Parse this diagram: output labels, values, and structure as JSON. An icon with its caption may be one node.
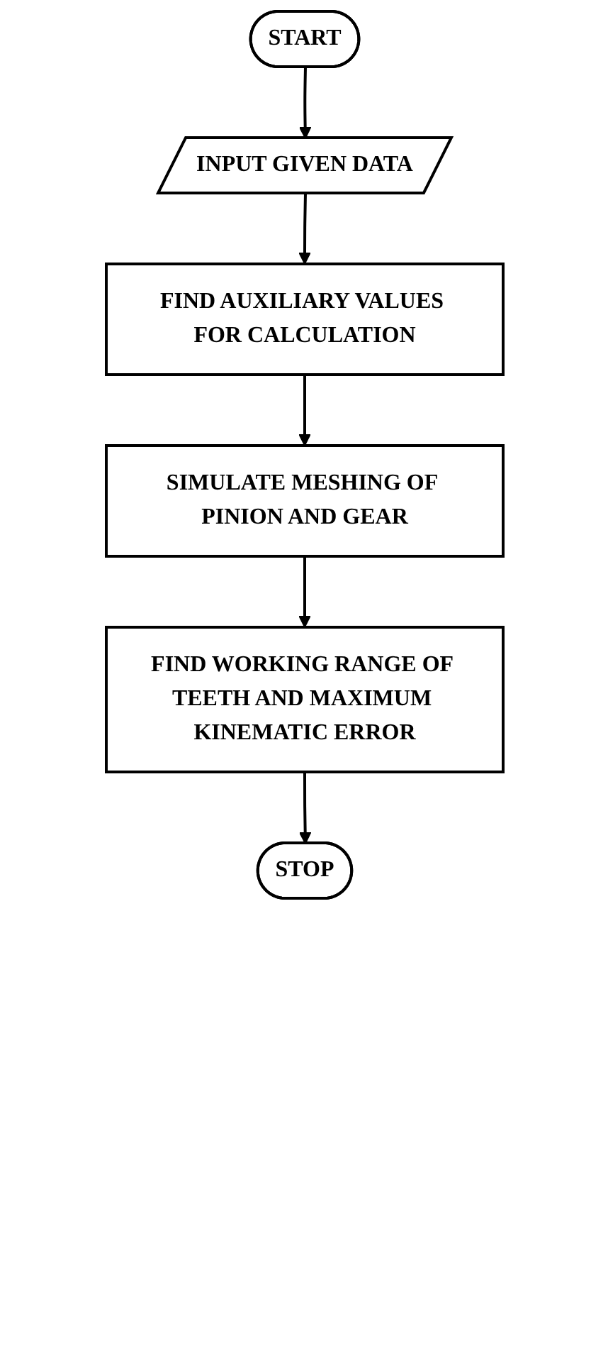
{
  "diagram": {
    "nodes": [
      {
        "text": [
          "START"
        ]
      },
      {
        "text": [
          "INPUT GIVEN DATA"
        ]
      },
      {
        "text": [
          "FIND AUXILIARY VALUES FOR CALCULATION"
        ]
      },
      {
        "text": [
          "SIMULATE MESHING OF PINION AND GEAR"
        ]
      },
      {
        "text": [
          "FIND WORKING RANGE OF TEETH AND MAXIMUM KINEMATIC ERROR"
        ]
      },
      {
        "text": [
          "STOP"
        ]
      }
    ],
    "edges": [
      {
        "from": 0,
        "to": 1,
        "arrow": "to"
      },
      {
        "from": 1,
        "to": 2,
        "arrow": "to"
      },
      {
        "from": 2,
        "to": 3,
        "arrow": "to"
      },
      {
        "from": 3,
        "to": 4,
        "arrow": "to"
      },
      {
        "from": 4,
        "to": 5,
        "arrow": "to"
      }
    ]
  }
}
